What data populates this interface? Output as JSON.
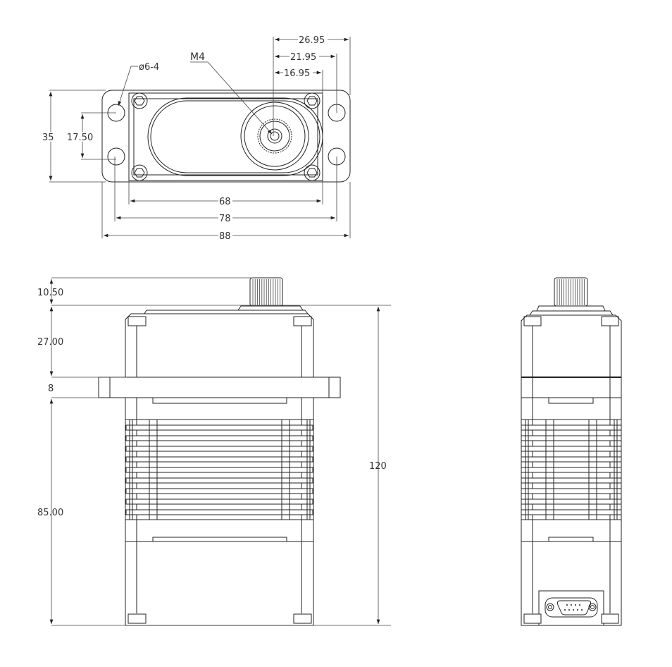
{
  "top_view": {
    "hole_callout": "ø6-4",
    "thread_callout": "M4",
    "dim_height": "35",
    "dim_hole_spacing_v": "17.50",
    "dim_26": "26.95",
    "dim_21": "21.95",
    "dim_16": "16.95",
    "dim_68": "68",
    "dim_78": "78",
    "dim_88": "88"
  },
  "front_view": {
    "dim_spline": "10.50",
    "dim_upper": "27.00",
    "dim_flange": "8",
    "dim_lower": "85.00",
    "dim_total": "120"
  },
  "fin_count": 9
}
